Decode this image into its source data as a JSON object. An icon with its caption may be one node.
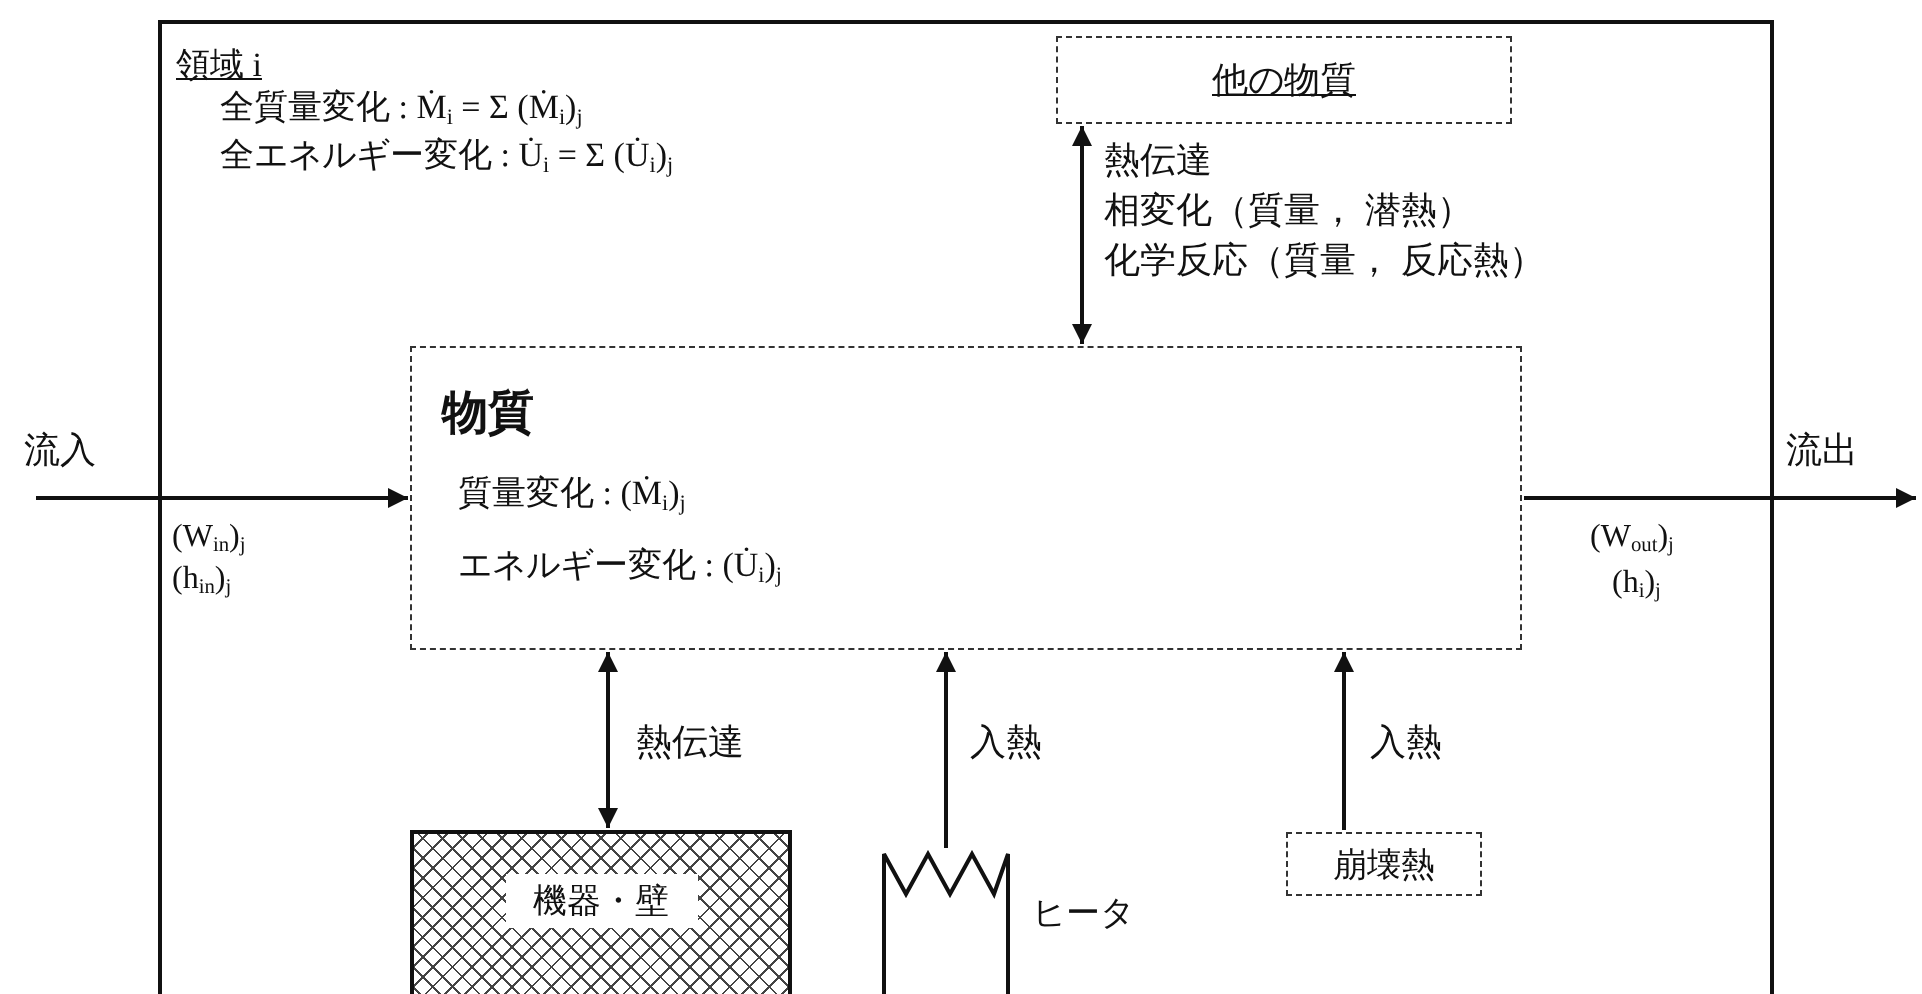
{
  "diagram": {
    "nodes": [
      {
        "text": [
          "領域 i",
          "全質量変化 : Ṁ$_{i}$ = Σ (Ṁ$_{i}$)$_{j}$",
          "全エネルギー変化 : U̇$_{i}$ = Σ (U̇$_{i}$)$_{j}$"
        ]
      },
      {
        "text": [
          "他の物質"
        ],
        "in": 0
      },
      {
        "text": [
          "物質",
          "質量変化 : (Ṁ$_{i}$)$_{j}$",
          "エネルギー変化 : (U̇$_{i}$)$_{j}$"
        ],
        "in": 0
      },
      {
        "text": [
          "機器・壁"
        ],
        "in": 0
      },
      {
        "text": [],
        "shape": "resistor",
        "beside": [
          "ヒータ"
        ],
        "in": 0
      },
      {
        "text": [
          "崩壊熱"
        ],
        "in": 0
      }
    ],
    "edges": [
      {
        "from": null,
        "to": 2,
        "arrow": "to",
        "label": "流入"
      },
      {
        "from": 2,
        "to": null,
        "arrow": "to",
        "label": "流出"
      },
      {
        "from": 1,
        "to": 2,
        "arrow": "both",
        "label": "熱伝達"
      },
      {
        "from": 3,
        "to": 2,
        "arrow": "both",
        "label": "熱伝達"
      },
      {
        "from": 4,
        "to": 2,
        "arrow": "to",
        "label": "入熱"
      },
      {
        "from": 5,
        "to": 2,
        "arrow": "to",
        "label": "入熱"
      }
    ],
    "labels": [
      "相変化（質量， 潜熱）",
      "化学反応（質量， 反応熱）",
      "(W$_{in}$)$_{j}$",
      "(h$_{in}$)$_{j}$",
      "(W$_{out}$)$_{j}$",
      "(h$_{i}$)$_{j}$"
    ]
  }
}
